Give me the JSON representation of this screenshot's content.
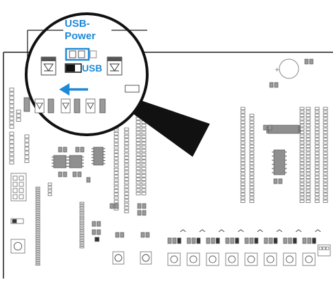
{
  "callout": {
    "title_line1": "USB-",
    "title_line2": "Power",
    "switch_label": "USB"
  },
  "colors": {
    "board_outline": "#1a1a1a",
    "component_gray": "#9a9a9a",
    "component_dark": "#3a3a3a",
    "accent_blue": "#1d8ad8",
    "background": "#ffffff"
  }
}
